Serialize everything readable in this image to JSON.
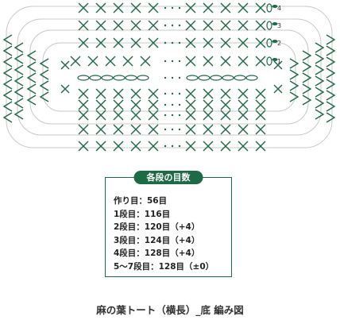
{
  "colors": {
    "stitch": "#1d6b45",
    "outline": "#c8c8c8",
    "text": "#222222"
  },
  "chart": {
    "round_labels": [
      "1",
      "2",
      "3",
      "4"
    ],
    "ellipsis": "・・・"
  },
  "table": {
    "title": "各段の目数",
    "rows": [
      "作り目：56目",
      "1段目：116目",
      "2段目：120目（+4）",
      "3段目：124目（+4）",
      "4段目：128目（+4）",
      "5～7段目：128目（±0）"
    ]
  },
  "caption": "麻の葉トート（横長）_底  編み図"
}
